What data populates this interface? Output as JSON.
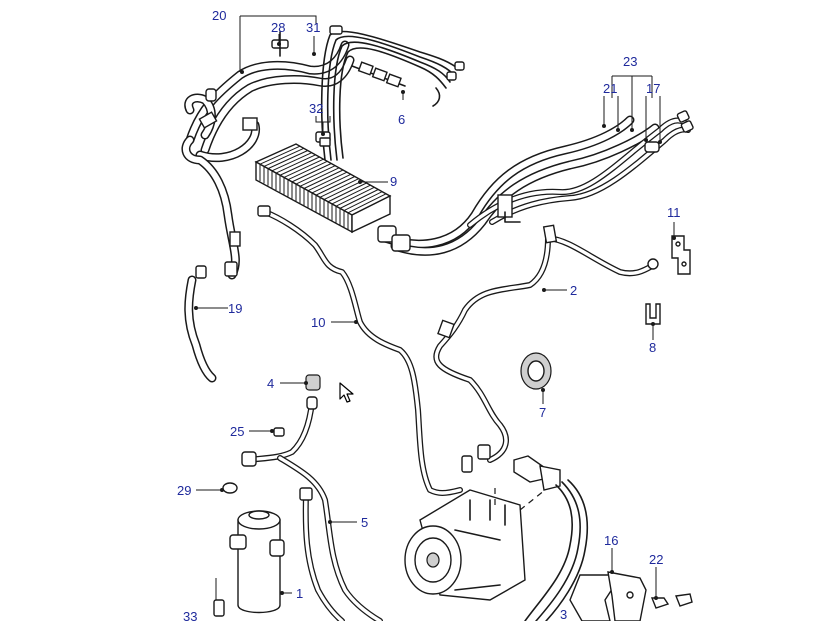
{
  "diagram": {
    "accent_color": "#1f2a9c",
    "callouts": {
      "c1": "1",
      "c2": "2",
      "c3": "3",
      "c4": "4",
      "c5": "5",
      "c6": "6",
      "c7": "7",
      "c8": "8",
      "c9": "9",
      "c10": "10",
      "c11": "11",
      "c16": "16",
      "c17": "17",
      "c19": "19",
      "c20": "20",
      "c21": "21",
      "c22": "22",
      "c23": "23",
      "c25": "25",
      "c28": "28",
      "c29": "29",
      "c31": "31",
      "c32": "32",
      "c33": "33"
    }
  },
  "cursor": {
    "icon": "mouse-pointer-icon"
  }
}
